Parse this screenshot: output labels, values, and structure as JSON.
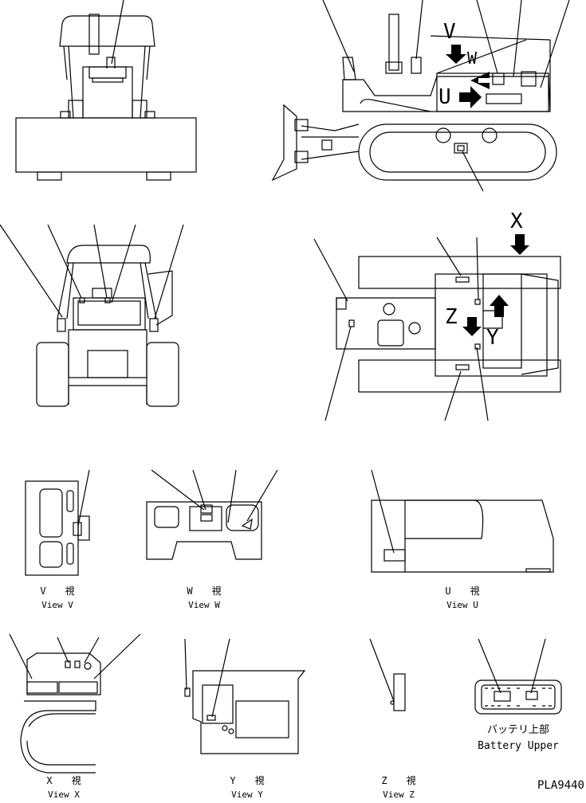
{
  "drawing_id": "PLA9440",
  "big_labels": {
    "v": "V",
    "w": "W",
    "u": "U",
    "x": "X",
    "z": "Z",
    "y": "Y"
  },
  "views": {
    "v": {
      "jp": "V　　視",
      "en": "View V"
    },
    "w": {
      "jp": "W　　視",
      "en": "View W"
    },
    "u": {
      "jp": "U　　視",
      "en": "View U"
    },
    "x": {
      "jp": "X　　視",
      "en": "View X"
    },
    "y": {
      "jp": "Y　　視",
      "en": "View Y"
    },
    "z": {
      "jp": "Z　　視",
      "en": "View Z"
    },
    "battery": {
      "jp": "バッテリ上部",
      "en": "Battery Upper"
    }
  }
}
